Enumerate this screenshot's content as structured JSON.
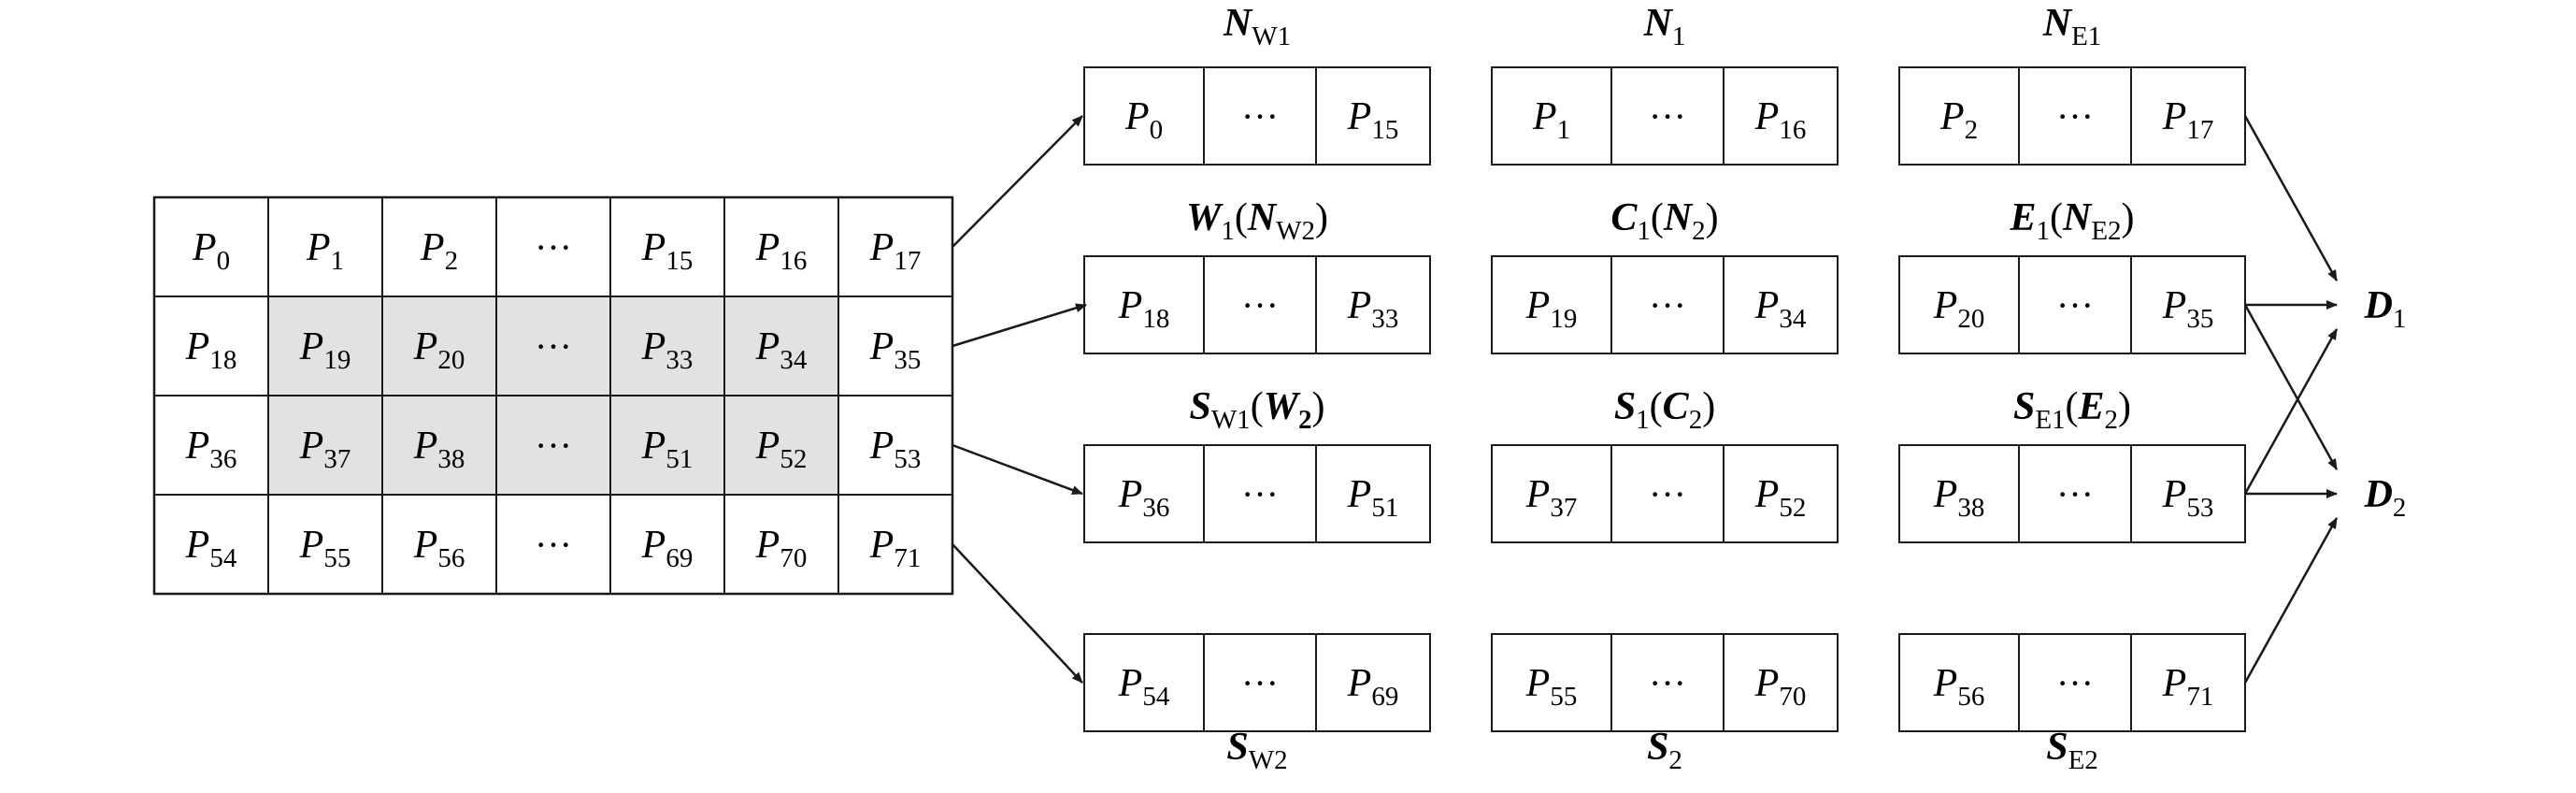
{
  "grid": {
    "rows": [
      [
        "0",
        "1",
        "2",
        "…",
        "15",
        "16",
        "17"
      ],
      [
        "18",
        "19",
        "20",
        "…",
        "33",
        "34",
        "35"
      ],
      [
        "36",
        "37",
        "38",
        "…",
        "51",
        "52",
        "53"
      ],
      [
        "54",
        "55",
        "56",
        "…",
        "69",
        "70",
        "71"
      ]
    ],
    "cell_letter": "P",
    "shaded": [
      [
        1,
        1
      ],
      [
        1,
        2
      ],
      [
        1,
        3
      ],
      [
        1,
        4
      ],
      [
        1,
        5
      ],
      [
        2,
        1
      ],
      [
        2,
        2
      ],
      [
        2,
        3
      ],
      [
        2,
        4
      ],
      [
        2,
        5
      ]
    ],
    "shade_color": "#e2e2e2"
  },
  "blocks": [
    {
      "key": "nw1",
      "first": "0",
      "dots": "···",
      "last": "15",
      "label": [
        [
          "N",
          "bi"
        ],
        [
          "W1",
          "sub"
        ]
      ]
    },
    {
      "key": "n1",
      "first": "1",
      "dots": "···",
      "last": "16",
      "label": [
        [
          "N",
          "bi"
        ],
        [
          "1",
          "sub"
        ]
      ]
    },
    {
      "key": "ne1",
      "first": "2",
      "dots": "···",
      "last": "17",
      "label": [
        [
          "N",
          "bi"
        ],
        [
          "E1",
          "sub"
        ]
      ]
    },
    {
      "key": "w1",
      "first": "18",
      "dots": "···",
      "last": "33",
      "label": [
        [
          "W",
          "bi"
        ],
        [
          "1",
          "sub"
        ],
        [
          "(",
          "n"
        ],
        [
          "N",
          "bi"
        ],
        [
          "W2",
          "sub"
        ],
        [
          ")",
          "n"
        ]
      ]
    },
    {
      "key": "c1",
      "first": "19",
      "dots": "···",
      "last": "34",
      "label": [
        [
          "C",
          "bi"
        ],
        [
          "1",
          "sub"
        ],
        [
          "(",
          "n"
        ],
        [
          "N",
          "bi"
        ],
        [
          "2",
          "sub"
        ],
        [
          ")",
          "n"
        ]
      ]
    },
    {
      "key": "e1",
      "first": "20",
      "dots": "···",
      "last": "35",
      "label": [
        [
          "E",
          "bi"
        ],
        [
          "1",
          "sub"
        ],
        [
          "(",
          "n"
        ],
        [
          "N",
          "bi"
        ],
        [
          "E2",
          "sub"
        ],
        [
          ")",
          "n"
        ]
      ]
    },
    {
      "key": "sw1",
      "first": "36",
      "dots": "···",
      "last": "51",
      "label": [
        [
          "S",
          "bi"
        ],
        [
          "W1",
          "sub"
        ],
        [
          "(",
          "n"
        ],
        [
          "W",
          "bi"
        ],
        [
          "2",
          "subb"
        ],
        [
          ")",
          "n"
        ]
      ]
    },
    {
      "key": "s1",
      "first": "37",
      "dots": "···",
      "last": "52",
      "label": [
        [
          "S",
          "bi"
        ],
        [
          "1",
          "sub"
        ],
        [
          "(",
          "n"
        ],
        [
          "C",
          "bi"
        ],
        [
          "2",
          "sub"
        ],
        [
          ")",
          "n"
        ]
      ]
    },
    {
      "key": "se1",
      "first": "38",
      "dots": "···",
      "last": "53",
      "label": [
        [
          "S",
          "bi"
        ],
        [
          "E1",
          "sub"
        ],
        [
          "(",
          "n"
        ],
        [
          "E",
          "bi"
        ],
        [
          "2",
          "sub"
        ],
        [
          ")",
          "n"
        ]
      ]
    },
    {
      "key": "sw2",
      "first": "54",
      "dots": "···",
      "last": "69",
      "label": [
        [
          "S",
          "bi"
        ],
        [
          "W2",
          "sub"
        ]
      ]
    },
    {
      "key": "s2",
      "first": "55",
      "dots": "···",
      "last": "70",
      "label": [
        [
          "S",
          "bi"
        ],
        [
          "2",
          "sub"
        ]
      ]
    },
    {
      "key": "se2",
      "first": "56",
      "dots": "···",
      "last": "71",
      "label": [
        [
          "S",
          "bi"
        ],
        [
          "E2",
          "sub"
        ]
      ]
    }
  ],
  "outputs": {
    "d1": [
      [
        "D",
        "bi"
      ],
      [
        "1",
        "sub"
      ]
    ],
    "d2": [
      [
        "D",
        "bi"
      ],
      [
        "2",
        "sub"
      ]
    ]
  },
  "colors": {
    "line": "#1a1a1a",
    "shade": "#e2e2e2"
  }
}
